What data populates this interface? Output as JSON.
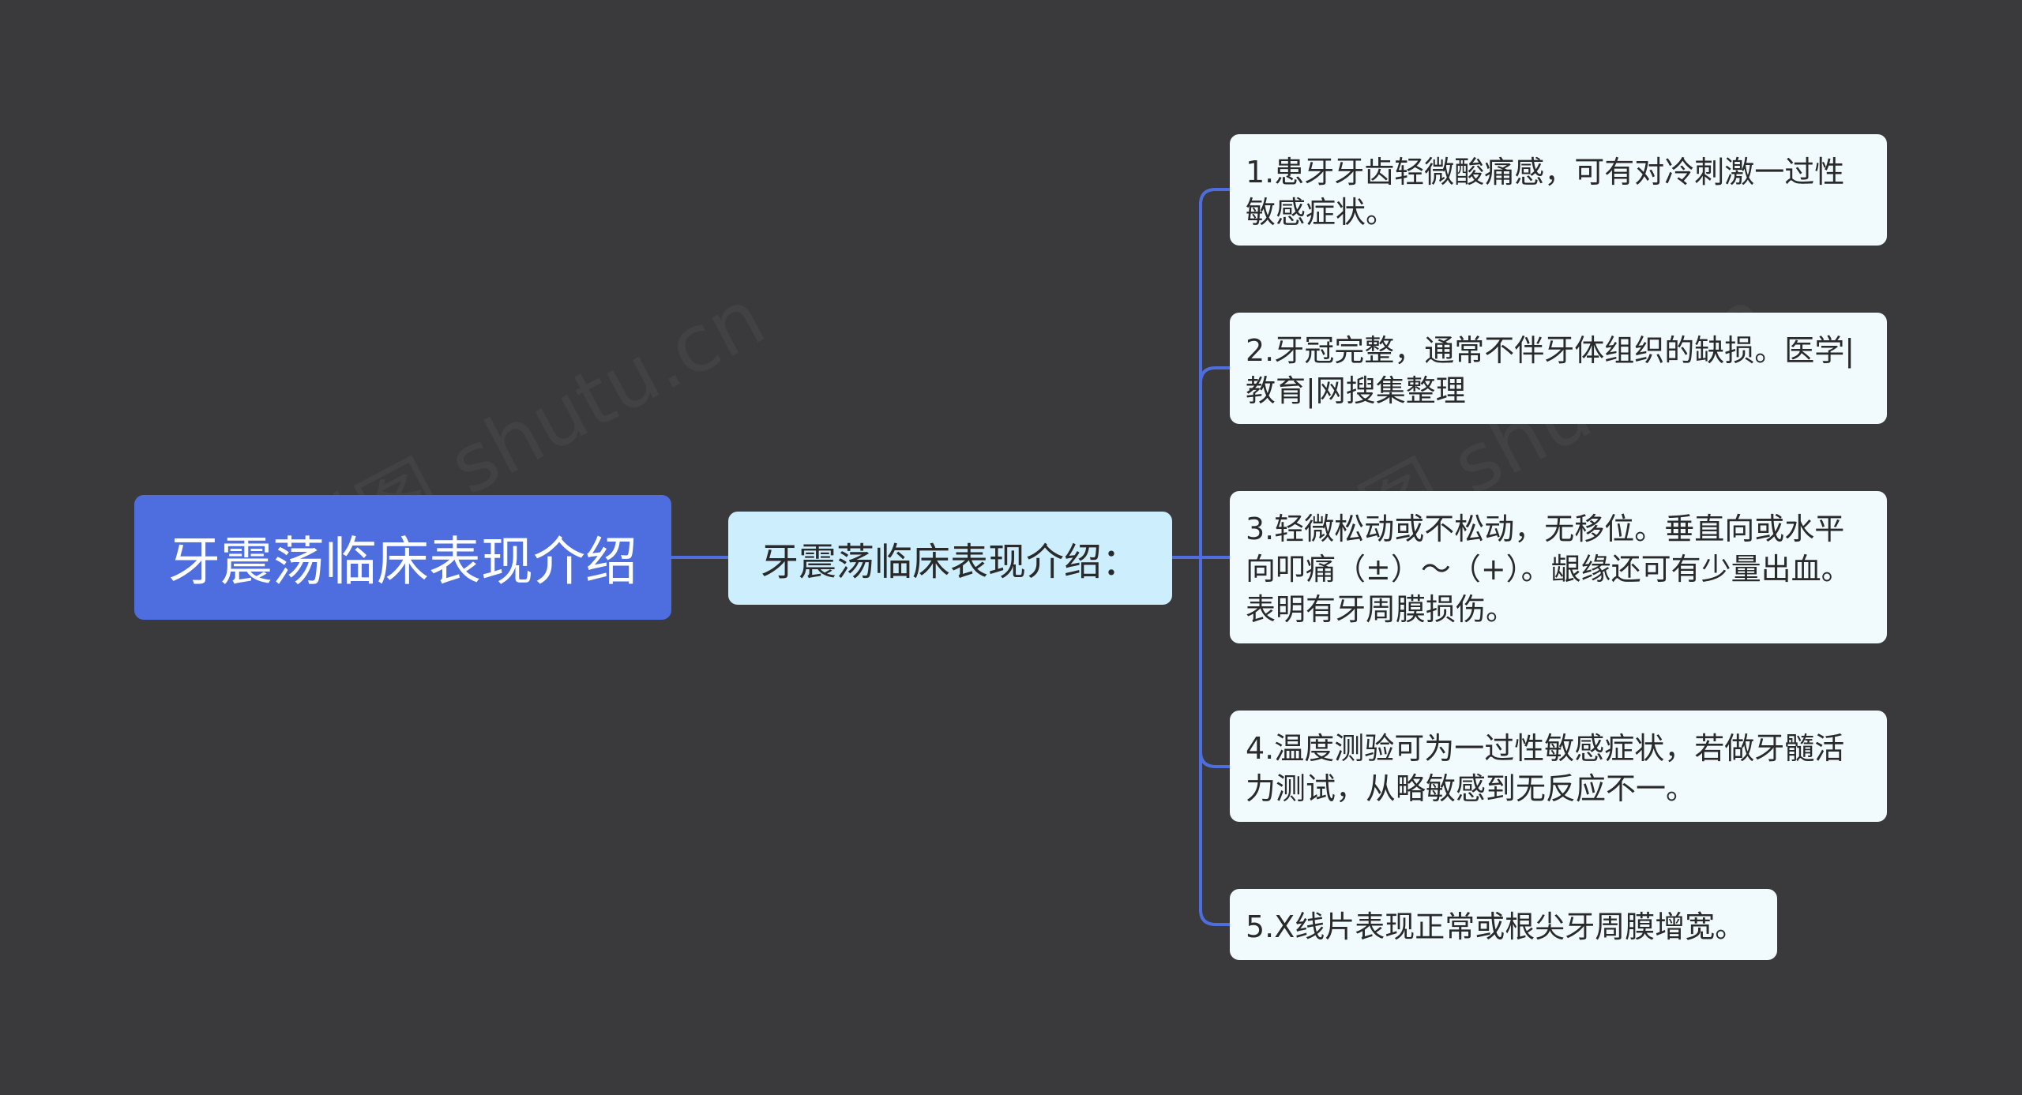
{
  "mindmap": {
    "root": {
      "label": "牙震荡临床表现介绍"
    },
    "sub": {
      "label": "牙震荡临床表现介绍："
    },
    "leaves": [
      {
        "label": "1.患牙牙齿轻微酸痛感，可有对冷刺激一过性敏感症状。"
      },
      {
        "label": "2.牙冠完整，通常不伴牙体组织的缺损。医学|教育|网搜集整理"
      },
      {
        "label": "3.轻微松动或不松动，无移位。垂直向或水平向叩痛（±）～（+）。龈缘还可有少量出血。表明有牙周膜损伤。"
      },
      {
        "label": "4.温度测验可为一过性敏感症状，若做牙髓活力测试，从略敏感到无反应不一。"
      },
      {
        "label": "5.X线片表现正常或根尖牙周膜增宽。"
      }
    ]
  },
  "watermark": {
    "text": "树图 shutu.cn"
  },
  "colors": {
    "background": "#3a393b",
    "root_fill": "#4e6ee0",
    "sub_fill": "#cdeefd",
    "leaf_fill": "#f1fbfd",
    "connector": "#4e6ee0"
  }
}
